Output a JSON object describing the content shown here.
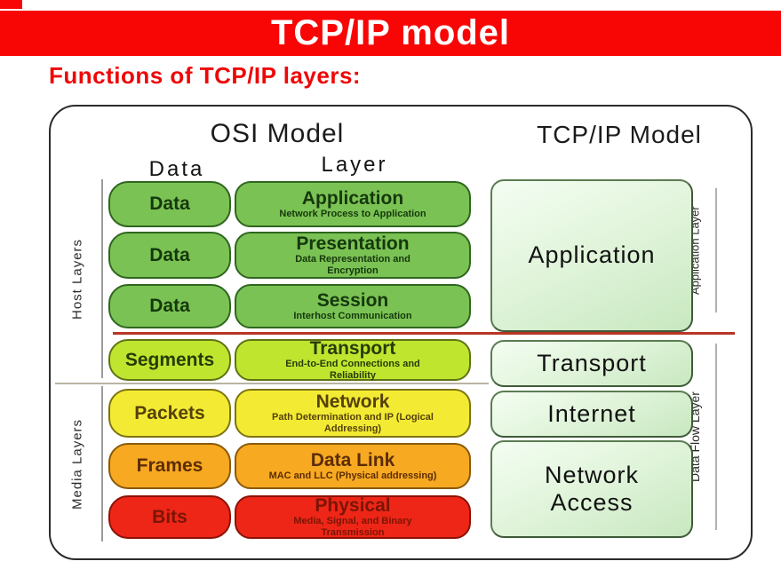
{
  "banner": {
    "title": "TCP/IP model",
    "bg_color": "#f80606",
    "text_color": "#ffffff"
  },
  "subtitle": {
    "text": "Functions of TCP/IP layers:",
    "color": "#ee0707"
  },
  "figure": {
    "osi": {
      "title": "OSI Model",
      "data_header": "Data",
      "layer_header": "Layer",
      "group_labels": {
        "host": "Host Layers",
        "media": "Media Layers"
      },
      "rows": [
        {
          "unit": "Data",
          "layer": "Application",
          "desc": "Network Process to Application",
          "colors": {
            "fill": "#7bc254",
            "border": "#2f661f",
            "ink": "#15380c"
          }
        },
        {
          "unit": "Data",
          "layer": "Presentation",
          "desc": "Data Representation and Encryption",
          "colors": {
            "fill": "#7bc254",
            "border": "#2f661f",
            "ink": "#15380c"
          }
        },
        {
          "unit": "Data",
          "layer": "Session",
          "desc": "Interhost Communication",
          "colors": {
            "fill": "#7bc254",
            "border": "#2f661f",
            "ink": "#15380c"
          }
        },
        {
          "unit": "Segments",
          "layer": "Transport",
          "desc": "End-to-End Connections and Reliability",
          "colors": {
            "fill": "#c0e52f",
            "border": "#5f7314",
            "ink": "#263c06"
          }
        },
        {
          "unit": "Packets",
          "layer": "Network",
          "desc": "Path Determination and IP (Logical Addressing)",
          "colors": {
            "fill": "#f3eb33",
            "border": "#7d7410",
            "ink": "#55410a"
          }
        },
        {
          "unit": "Frames",
          "layer": "Data Link",
          "desc": "MAC and LLC (Physical addressing)",
          "colors": {
            "fill": "#f7a922",
            "border": "#8a5a08",
            "ink": "#5c2d04"
          }
        },
        {
          "unit": "Bits",
          "layer": "Physical",
          "desc": "Media, Signal, and Binary Transmission",
          "colors": {
            "fill": "#ee2617",
            "border": "#8c1206",
            "ink": "#7a1505"
          }
        }
      ]
    },
    "tcpip": {
      "title": "TCP/IP Model",
      "boxes": [
        {
          "label": "Application"
        },
        {
          "label": "Transport"
        },
        {
          "label": "Internet"
        },
        {
          "label": "Network Access"
        }
      ],
      "side_labels": {
        "top": "Application Layer",
        "bottom": "Data Flow Layer"
      }
    },
    "divider_color": "#b93424"
  }
}
